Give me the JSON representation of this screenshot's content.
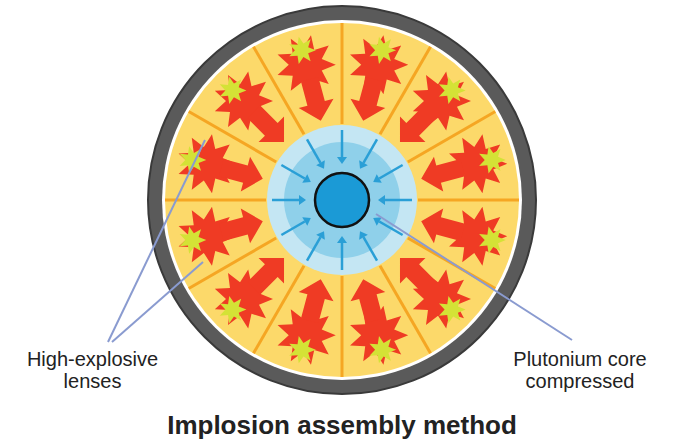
{
  "diagram": {
    "title": "Implosion assembly method",
    "labels": [
      "High-explosive lenses",
      "Plutonium core compressed"
    ]
  }
}
